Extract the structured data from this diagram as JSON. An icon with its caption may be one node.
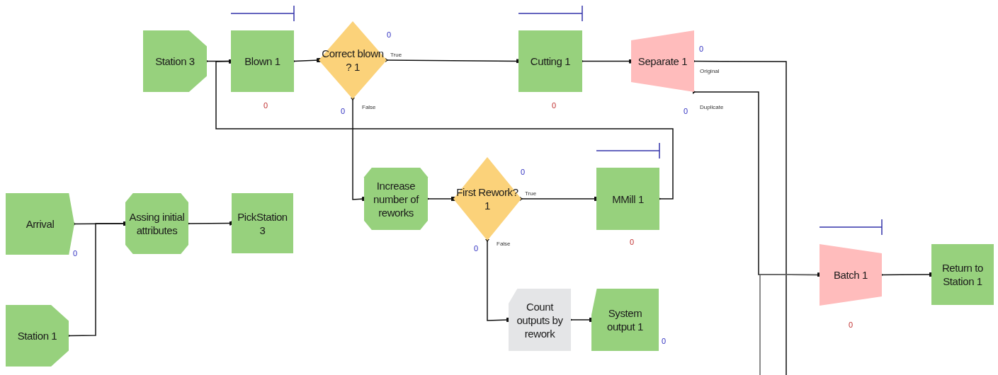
{
  "diagram": {
    "nodes": [
      {
        "text": [
          "Station 3"
        ]
      },
      {
        "text": [
          "Blown 1"
        ],
        "beside": [
          "0"
        ]
      },
      {
        "text": [
          "Correct blown ? 1"
        ],
        "beside": [
          "0",
          "0"
        ]
      },
      {
        "text": [
          "Cutting 1"
        ],
        "beside": [
          "0"
        ]
      },
      {
        "text": [
          "Separate 1"
        ],
        "beside": [
          "0",
          "0"
        ]
      },
      {
        "text": [
          "Increase number of reworks"
        ]
      },
      {
        "text": [
          "First Rework? 1"
        ],
        "beside": [
          "0",
          "0"
        ]
      },
      {
        "text": [
          "MMill 1"
        ],
        "beside": [
          "0"
        ]
      },
      {
        "text": [
          "Arrival"
        ],
        "beside": [
          "0"
        ]
      },
      {
        "text": [
          "Assing initial attributes"
        ]
      },
      {
        "text": [
          "PickStation 3"
        ]
      },
      {
        "text": [
          "Station 1"
        ]
      },
      {
        "text": [
          "Count outputs by rework"
        ]
      },
      {
        "text": [
          "System output 1"
        ],
        "beside": [
          "0"
        ]
      },
      {
        "text": [
          "Batch 1"
        ],
        "beside": [
          "0"
        ]
      },
      {
        "text": [
          "Return to Station 1"
        ]
      }
    ],
    "edges": [
      {
        "from": 0,
        "to": 1,
        "arrow": "other"
      },
      {
        "from": 1,
        "to": 2,
        "arrow": "other"
      },
      {
        "from": 2,
        "to": 3,
        "arrow": "other",
        "label": "True"
      },
      {
        "from": 2,
        "to": 5,
        "arrow": "other",
        "label": "False"
      },
      {
        "from": 3,
        "to": 4,
        "arrow": "other"
      },
      {
        "from": 4,
        "to": null,
        "arrow": "other",
        "label": "Original"
      },
      {
        "from": 4,
        "to": 14,
        "arrow": "other",
        "label": "Duplicate"
      },
      {
        "from": null,
        "to": 14,
        "arrow": "other",
        "color": "#666666"
      },
      {
        "from": 5,
        "to": 6,
        "arrow": "other"
      },
      {
        "from": 6,
        "to": 7,
        "arrow": "other",
        "label": "True"
      },
      {
        "from": 6,
        "to": 12,
        "arrow": "other",
        "label": "False"
      },
      {
        "from": 7,
        "to": 1,
        "arrow": "other"
      },
      {
        "from": 12,
        "to": 13,
        "arrow": "other"
      },
      {
        "from": 8,
        "to": 9,
        "arrow": "other"
      },
      {
        "from": 11,
        "to": 9,
        "arrow": "other"
      },
      {
        "from": 9,
        "to": 10,
        "arrow": "other"
      },
      {
        "from": 14,
        "to": 15,
        "arrow": "other"
      }
    ]
  }
}
